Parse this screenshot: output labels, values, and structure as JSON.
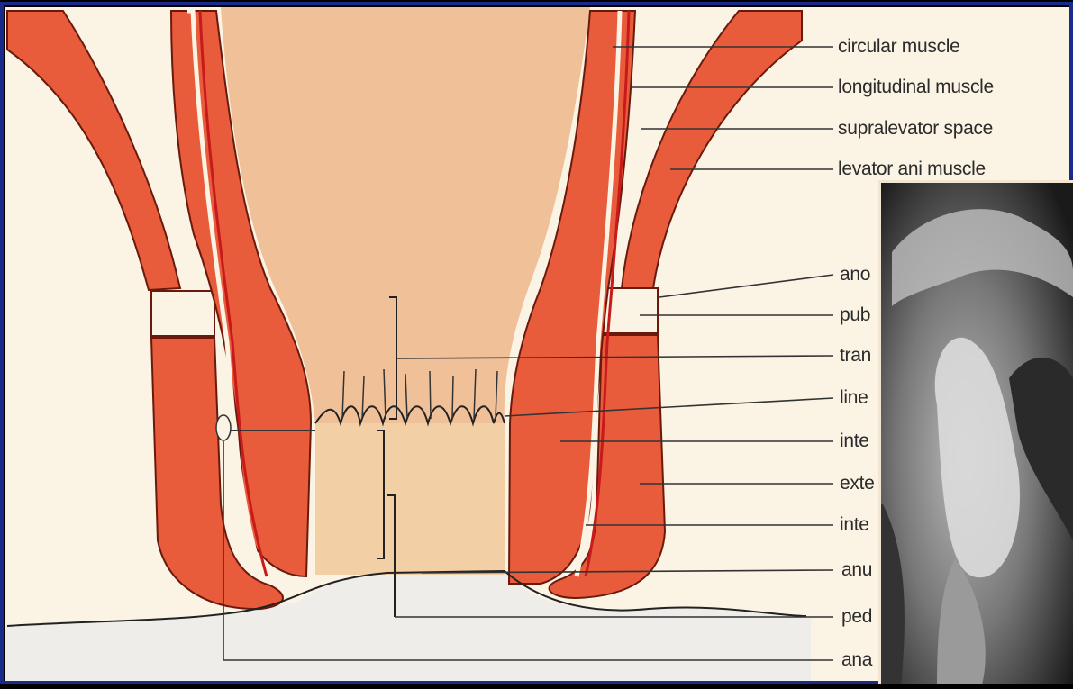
{
  "labels": {
    "l1": "circular muscle",
    "l2": "longitudinal muscle",
    "l3": "supralevator space",
    "l4": "levator ani muscle",
    "l5": "ano",
    "l6": "pub",
    "l7": "tran",
    "l8": "line",
    "l9": "inte",
    "l10": "exte",
    "l11": "inte",
    "l12": "anu",
    "l13": "ped",
    "l14": "ana"
  },
  "colors": {
    "background": "#000000",
    "paper": "#fbf3e4",
    "muscle": "#e85c3c",
    "muscle_outline": "#6a1a0c",
    "vessel": "#c8191b",
    "lumen": "#f0c098",
    "canal": "#f3cfa6",
    "skin": "#eeedea"
  },
  "icons": {
    "photo": "mri-photo-icon"
  }
}
